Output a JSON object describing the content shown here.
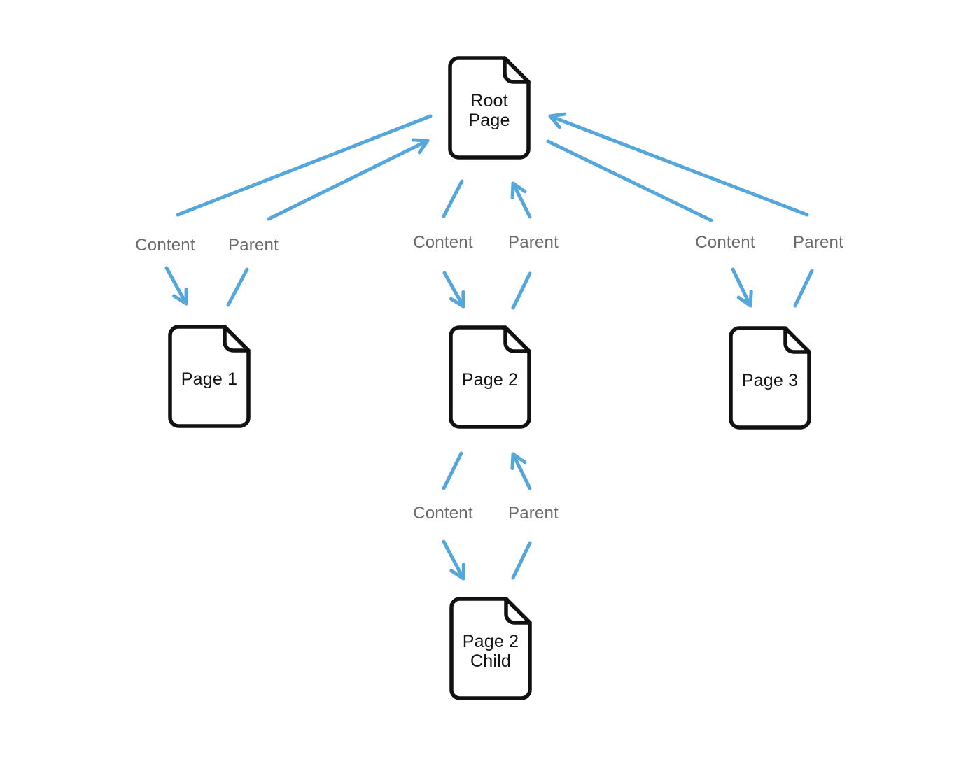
{
  "diagram": {
    "type": "page-hierarchy",
    "colors": {
      "arrow": "#55a6da",
      "edge_label": "#6a6a6a",
      "node_border": "#111111",
      "node_text": "#141414",
      "background": "#ffffff"
    },
    "nodes": [
      {
        "id": "root-page",
        "label": "Root\nPage"
      },
      {
        "id": "page-1",
        "label": "Page 1"
      },
      {
        "id": "page-2",
        "label": "Page 2"
      },
      {
        "id": "page-3",
        "label": "Page 3"
      },
      {
        "id": "page-2-child",
        "label": "Page 2\nChild"
      }
    ],
    "relations": [
      {
        "parent": "Root Page",
        "child": "Page 1",
        "content_label": "Content",
        "parent_label": "Parent"
      },
      {
        "parent": "Root Page",
        "child": "Page 2",
        "content_label": "Content",
        "parent_label": "Parent"
      },
      {
        "parent": "Root Page",
        "child": "Page 3",
        "content_label": "Content",
        "parent_label": "Parent"
      },
      {
        "parent": "Page 2",
        "child": "Page 2 Child",
        "content_label": "Content",
        "parent_label": "Parent"
      }
    ]
  }
}
